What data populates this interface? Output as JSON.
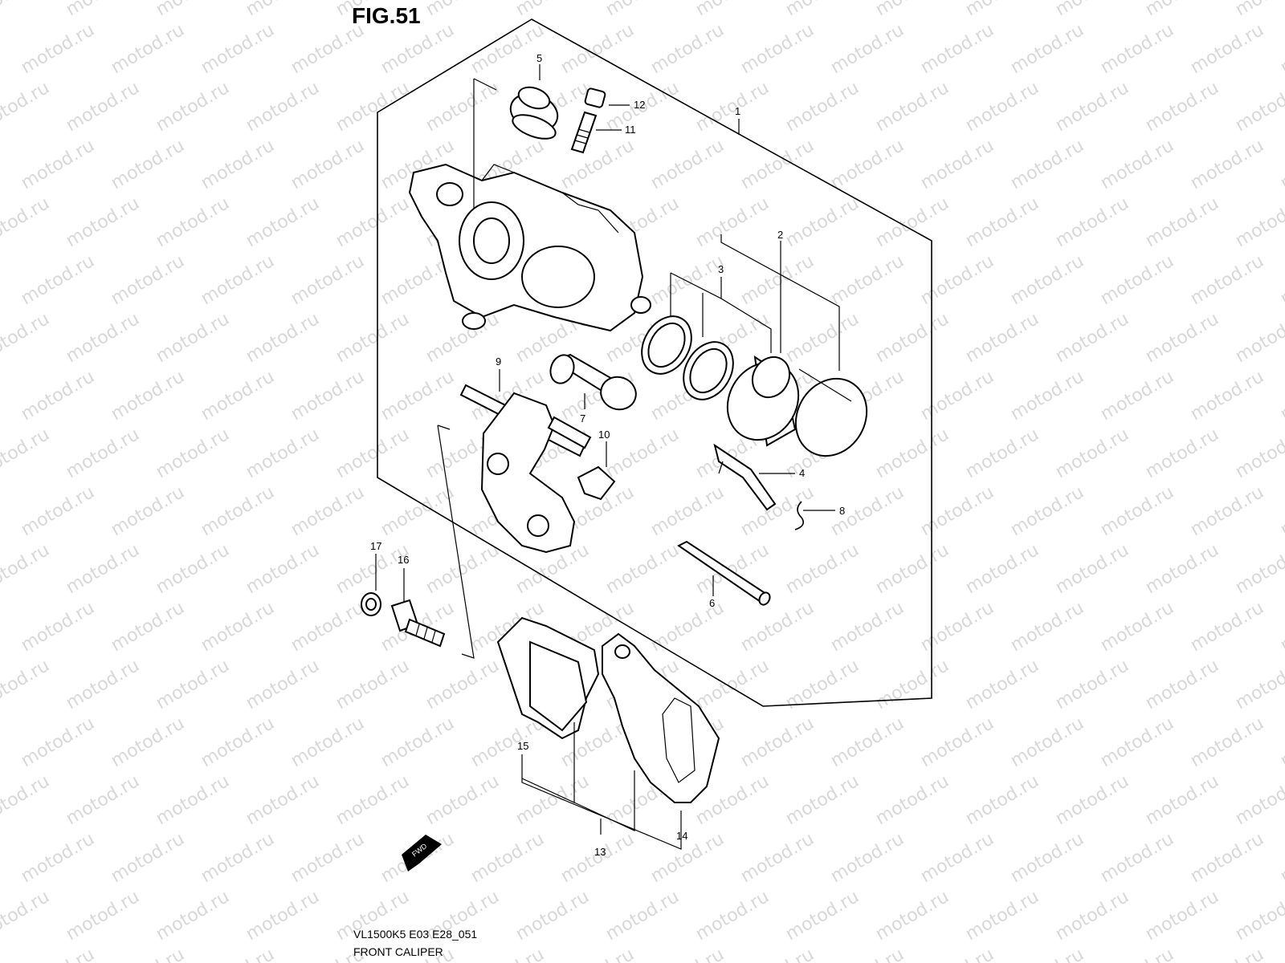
{
  "figure": {
    "title": "FIG.51",
    "reference_code": "VL1500K5 E03 E28_051",
    "section_name": "FRONT CALIPER"
  },
  "watermark": "motod.ru",
  "fwd_label": "FWD",
  "callouts": [
    {
      "id": "c1",
      "label": "1"
    },
    {
      "id": "c2",
      "label": "2"
    },
    {
      "id": "c3",
      "label": "3"
    },
    {
      "id": "c4",
      "label": "4"
    },
    {
      "id": "c5",
      "label": "5"
    },
    {
      "id": "c6",
      "label": "6"
    },
    {
      "id": "c7",
      "label": "7"
    },
    {
      "id": "c8",
      "label": "8"
    },
    {
      "id": "c9",
      "label": "9"
    },
    {
      "id": "c10",
      "label": "10"
    },
    {
      "id": "c11",
      "label": "11"
    },
    {
      "id": "c12",
      "label": "12"
    },
    {
      "id": "c13",
      "label": "13"
    },
    {
      "id": "c14",
      "label": "14"
    },
    {
      "id": "c15",
      "label": "15"
    },
    {
      "id": "c16",
      "label": "16"
    },
    {
      "id": "c17",
      "label": "17"
    }
  ]
}
